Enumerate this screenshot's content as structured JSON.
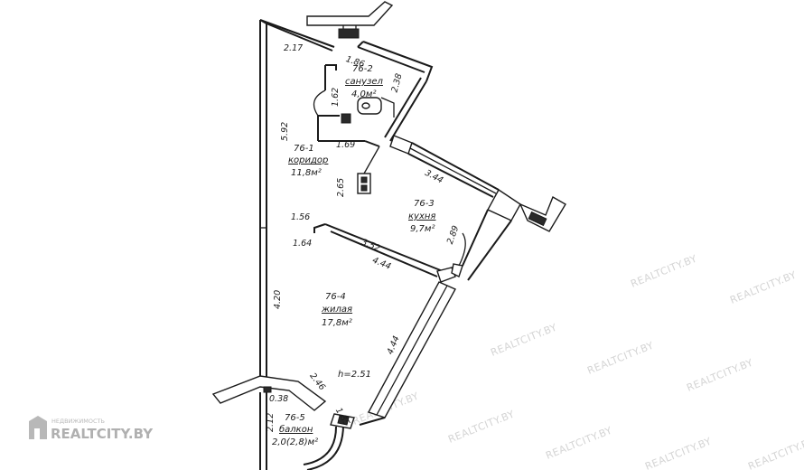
{
  "rooms": [
    {
      "id": "76-2",
      "name": "санузел",
      "area": "4,0м²"
    },
    {
      "id": "76-1",
      "name": "коридор",
      "area": "11,8м²"
    },
    {
      "id": "76-3",
      "name": "кухня",
      "area": "9,7м²"
    },
    {
      "id": "76-4",
      "name": "жилая",
      "area": "17,8м²"
    },
    {
      "id": "76-5",
      "name": "балкон",
      "area": "2,0(2,8)м²"
    }
  ],
  "dimensions": [
    "2.17",
    "1.86",
    "2.38",
    "1.62",
    "1.69",
    "5.92",
    "2.65",
    "3.44",
    "2.89",
    "1.56",
    "1.64",
    "3.52",
    "4.44",
    "4.20",
    "4.44",
    "2.46",
    "0.38",
    "2.12",
    "1.85"
  ],
  "ceiling_height": "h=2.51",
  "watermark": {
    "small": "НЕДВИЖИМОСТЬ",
    "brand": "REALTCITY.BY",
    "repeat": "REALTCITY.BY"
  }
}
